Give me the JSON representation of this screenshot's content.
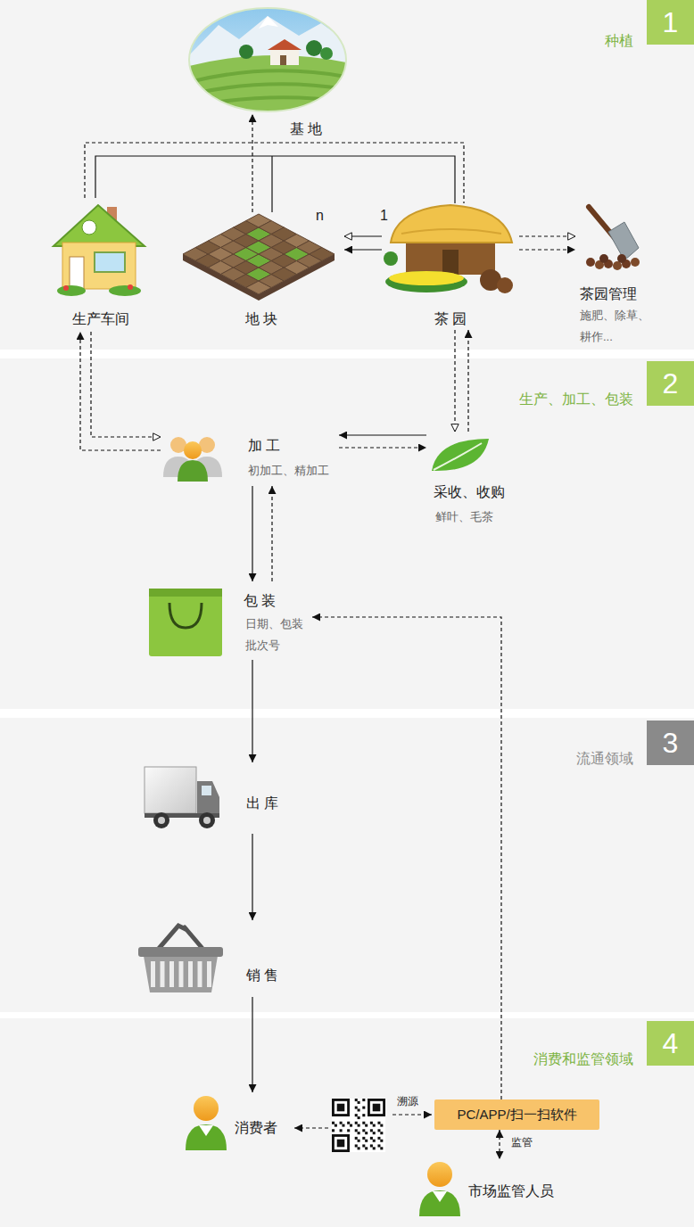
{
  "diagram": {
    "nodes": [
      {
        "text": [
          "种植",
          "1"
        ]
      },
      {
        "text": [
          "基 地"
        ],
        "in": 0
      },
      {
        "text": [
          "生产车间"
        ],
        "in": 0
      },
      {
        "text": [
          "地 块"
        ],
        "in": 0
      },
      {
        "text": [
          "茶 园"
        ],
        "in": 0
      },
      {
        "text": [
          "茶园管理",
          "施肥、除草、 耕作..."
        ],
        "in": 0
      },
      {
        "text": [
          "生产、加工、包装",
          "2"
        ]
      },
      {
        "text": [
          "加 工",
          "初加工、精加工"
        ],
        "in": 6
      },
      {
        "text": [
          "采收、收购",
          "鲜叶、毛茶"
        ],
        "in": 6
      },
      {
        "text": [
          "包 装",
          "日期、包装 批次号"
        ],
        "in": 6
      },
      {
        "text": [
          "流通领域",
          "3"
        ]
      },
      {
        "text": [
          "出 库"
        ],
        "in": 10
      },
      {
        "text": [
          "销 售"
        ],
        "in": 10
      },
      {
        "text": [
          "消费和监管领域",
          "4"
        ]
      },
      {
        "text": [
          "消费者"
        ],
        "in": 13
      },
      {
        "text": [
          "PC/APP/扫一扫软件"
        ],
        "in": 13
      },
      {
        "text": [
          "市场监管人员"
        ],
        "in": 13
      }
    ],
    "edges": [
      {
        "from": 2,
        "to": 4,
        "arrow": "none"
      },
      {
        "from": 2,
        "to": 4,
        "arrow": "none"
      },
      {
        "from": 3,
        "to": 1,
        "arrow": "to"
      },
      {
        "from": 4,
        "to": 3,
        "arrow": "to"
      },
      {
        "from": 4,
        "to": 3,
        "arrow": "to"
      },
      {
        "from": 4,
        "to": 5,
        "arrow": "to"
      },
      {
        "from": 4,
        "to": 5,
        "arrow": "to"
      },
      {
        "from": 4,
        "to": 8,
        "arrow": "to"
      },
      {
        "from": 8,
        "to": 4,
        "arrow": "to"
      },
      {
        "from": 2,
        "to": 7,
        "arrow": "to"
      },
      {
        "from": 7,
        "to": 2,
        "arrow": "to"
      },
      {
        "from": 8,
        "to": 7,
        "arrow": "to"
      },
      {
        "from": 7,
        "to": 8,
        "arrow": "to"
      },
      {
        "from": 7,
        "to": 9,
        "arrow": "to"
      },
      {
        "from": 9,
        "to": 7,
        "arrow": "to"
      },
      {
        "from": 9,
        "to": 11,
        "arrow": "to"
      },
      {
        "from": 11,
        "to": 12,
        "arrow": "to"
      },
      {
        "from": 12,
        "to": 14,
        "arrow": "to"
      },
      {
        "from": 15,
        "to": 9,
        "arrow": "to"
      },
      {
        "from": 15,
        "to": 16,
        "arrow": "both",
        "label": "监管"
      }
    ],
    "labels": [
      "n",
      "1",
      "溯源"
    ]
  }
}
